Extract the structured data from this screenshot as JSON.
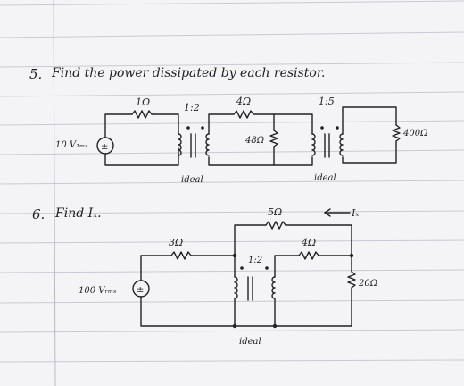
{
  "problems": [
    {
      "number": "5.",
      "statement": "Find the power dissipated by each resistor.",
      "source": "10 V₁ₘₛ",
      "source_sign": "±",
      "r1": "1Ω",
      "t1_ratio": "1:2",
      "t1_note": "ideal",
      "r2": "4Ω",
      "r3": "48Ω",
      "t2_ratio": "1:5",
      "t2_note": "ideal",
      "r4": "400Ω"
    },
    {
      "number": "6.",
      "statement": "Find Iₓ.",
      "source": "100 Vᵣₘₛ",
      "source_sign": "±",
      "r_left": "3Ω",
      "r_top": "5Ω",
      "current_label": "Iₓ",
      "t_ratio": "1:2",
      "r_mid": "4Ω",
      "r_right": "20Ω",
      "t_note": "ideal"
    }
  ]
}
